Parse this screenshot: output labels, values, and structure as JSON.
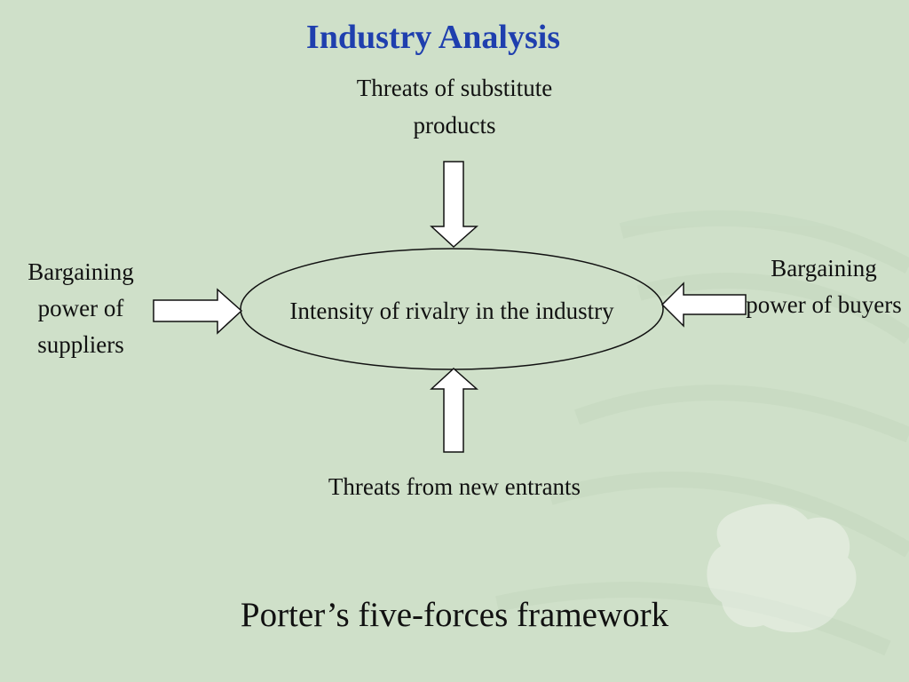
{
  "slide": {
    "title": "Industry Analysis",
    "center": "Intensity of rivalry in the industry",
    "top_force": "Threats of substitute products",
    "left_force": "Bargaining power of suppliers",
    "right_force": "Bargaining power of buyers",
    "bottom_force": "Threats from new entrants",
    "caption": "Porter’s five-forces framework"
  },
  "colors": {
    "background": "#cfe0c9",
    "title": "#1f3fae",
    "arrow_fill": "#ffffff",
    "stroke": "#111111"
  }
}
